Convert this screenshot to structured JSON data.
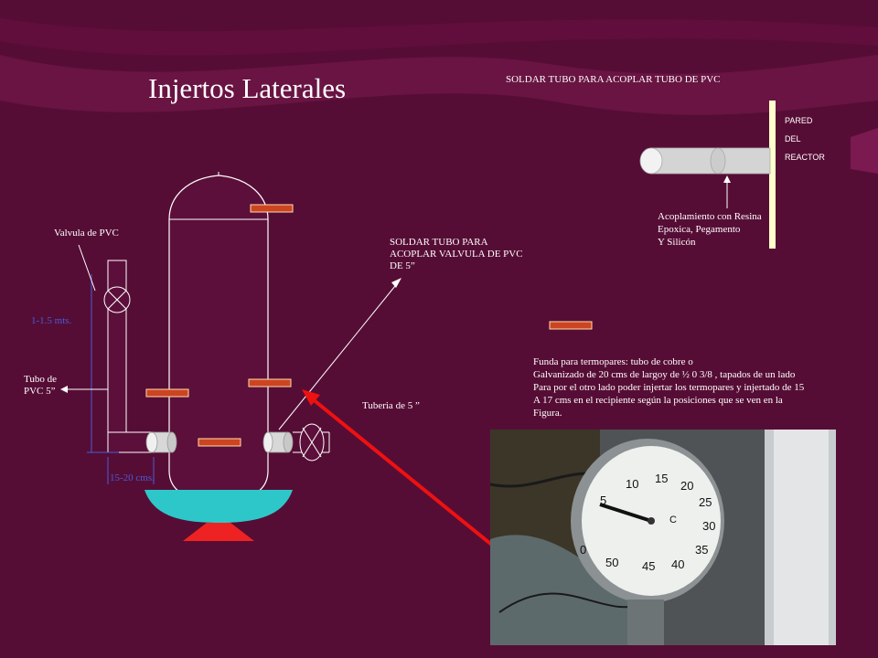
{
  "title": "Injertos Laterales",
  "labels": {
    "solder_pvc_tube": "SOLDAR TUBO PARA ACOPLAR TUBO DE  PVC",
    "reactor_wall": [
      "PARED",
      "DEL",
      "REACTOR"
    ],
    "coupling": [
      "Acoplamiento  con Resina",
      "Epoxica, Pegamento",
      "Y Silicón"
    ],
    "pvc_valve": "Valvula de PVC",
    "solder_valve": [
      "SOLDAR TUBO  PARA",
      "ACOPLAR VALVULA DE PVC",
      "DE 5”"
    ],
    "height_dim": "1-1.5 mts.",
    "pvc_tube": [
      "Tubo de",
      "PVC 5”"
    ],
    "pipe_5": "Tuberia de 5 ”",
    "width_dim": "15-20 cms.",
    "thermo_sheath": [
      "Funda para termopares: tubo de cobre o",
      "Galvanizado  de 20 cms de largoy de ½ 0 3/8 , tapados de un lado",
      "Para por el otro lado poder injertar los termopares y injertado  de 15",
      "A 17 cms en el recipiente según la posiciones que se ven en la",
      "Figura."
    ]
  },
  "gauge": {
    "scale_numbers": [
      "0",
      "5",
      "10",
      "15",
      "20",
      "25",
      "30",
      "35",
      "40",
      "45",
      "50"
    ],
    "unit": "C"
  },
  "colors": {
    "background": "#5a0f38",
    "thermowell": "#cc4422",
    "base_dish": "#2ec7c9",
    "stand": "#ee2222",
    "arrow_red": "#ee1111"
  }
}
